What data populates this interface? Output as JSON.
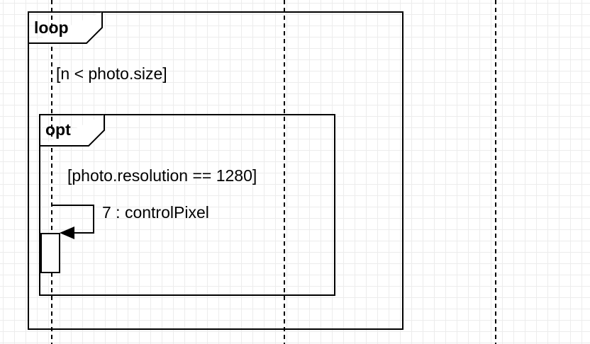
{
  "diagram": {
    "type": "uml-sequence-fragment",
    "loop_fragment": {
      "operator": "loop",
      "guard": "[n < photo.size]"
    },
    "opt_fragment": {
      "operator": "opt",
      "guard": "[photo.resolution == 1280]"
    },
    "self_message": {
      "label": "7 : controlPixel"
    },
    "colors": {
      "stroke": "#000000",
      "background": "#ffffff",
      "grid": "#ececec"
    }
  }
}
